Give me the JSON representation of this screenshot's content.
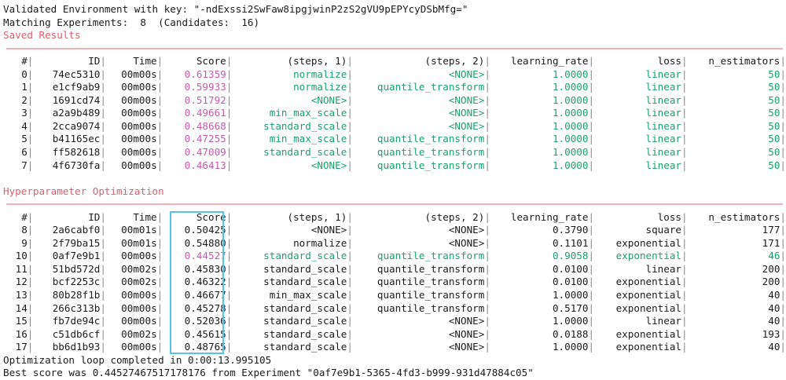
{
  "terminal": {
    "intro_lines": [
      "Validated Environment with key: \"-ndExssi2SwFaw8ipgjwinP2zS2gVU9pEPYcyDSbMfg=\"",
      "Matching Experiments:  8  (Candidates:  16)"
    ],
    "footer_lines": [
      "Optimization loop completed in 0:00:13.995105",
      "Best score was 0.44527467517178176 from Experiment \"0af7e9b1-5365-4fd3-b999-931d47884c05\""
    ]
  },
  "colors": {
    "heading_red": "#d9606a",
    "rule_pink": "#f2b2b8",
    "score_magenta": "#c45ba8",
    "value_green": "#19a06d",
    "selection_cyan": "#57c3ea",
    "text": "#1a1a1a",
    "pipe_gray": "#8c8c8c"
  },
  "columns": [
    "#",
    "ID",
    "Time",
    "Score",
    "(steps, 1)",
    "(steps, 2)",
    "learning_rate",
    "loss",
    "n_estimators"
  ],
  "sections": [
    {
      "title": "Saved Results",
      "rows": [
        {
          "num": "0",
          "id": "74ec5310",
          "time": "00m00s",
          "score": "0.61359",
          "steps1": "normalize",
          "steps2": "<NONE>",
          "learning_rate": "1.0000",
          "loss": "linear",
          "n_estimators": "50",
          "style": "saved"
        },
        {
          "num": "1",
          "id": "e1cf9ab9",
          "time": "00m00s",
          "score": "0.59933",
          "steps1": "normalize",
          "steps2": "quantile_transform",
          "learning_rate": "1.0000",
          "loss": "linear",
          "n_estimators": "50",
          "style": "saved"
        },
        {
          "num": "2",
          "id": "1691cd74",
          "time": "00m00s",
          "score": "0.51792",
          "steps1": "<NONE>",
          "steps2": "<NONE>",
          "learning_rate": "1.0000",
          "loss": "linear",
          "n_estimators": "50",
          "style": "saved"
        },
        {
          "num": "3",
          "id": "a2a9b489",
          "time": "00m00s",
          "score": "0.49661",
          "steps1": "min_max_scale",
          "steps2": "<NONE>",
          "learning_rate": "1.0000",
          "loss": "linear",
          "n_estimators": "50",
          "style": "saved"
        },
        {
          "num": "4",
          "id": "2cca9074",
          "time": "00m00s",
          "score": "0.48668",
          "steps1": "standard_scale",
          "steps2": "<NONE>",
          "learning_rate": "1.0000",
          "loss": "linear",
          "n_estimators": "50",
          "style": "saved"
        },
        {
          "num": "5",
          "id": "b41165ec",
          "time": "00m00s",
          "score": "0.47255",
          "steps1": "min_max_scale",
          "steps2": "quantile_transform",
          "learning_rate": "1.0000",
          "loss": "linear",
          "n_estimators": "50",
          "style": "saved"
        },
        {
          "num": "6",
          "id": "ff582618",
          "time": "00m00s",
          "score": "0.47009",
          "steps1": "standard_scale",
          "steps2": "quantile_transform",
          "learning_rate": "1.0000",
          "loss": "linear",
          "n_estimators": "50",
          "style": "saved"
        },
        {
          "num": "7",
          "id": "4f6730fa",
          "time": "00m00s",
          "score": "0.46413",
          "steps1": "<NONE>",
          "steps2": "quantile_transform",
          "learning_rate": "1.0000",
          "loss": "linear",
          "n_estimators": "50",
          "style": "saved"
        }
      ]
    },
    {
      "title": "Hyperparameter Optimization",
      "rows": [
        {
          "num": "8",
          "id": "2a6cabf0",
          "time": "00m01s",
          "score": "0.50425",
          "steps1": "<NONE>",
          "steps2": "<NONE>",
          "learning_rate": "0.3790",
          "loss": "square",
          "n_estimators": "177",
          "style": "plain"
        },
        {
          "num": "9",
          "id": "2f79ba15",
          "time": "00m01s",
          "score": "0.54880",
          "steps1": "normalize",
          "steps2": "<NONE>",
          "learning_rate": "0.1101",
          "loss": "exponential",
          "n_estimators": "171",
          "style": "plain"
        },
        {
          "num": "10",
          "id": "0af7e9b1",
          "time": "00m00s",
          "score": "0.44527",
          "steps1": "standard_scale",
          "steps2": "quantile_transform",
          "learning_rate": "0.9058",
          "loss": "exponential",
          "n_estimators": "46",
          "style": "best"
        },
        {
          "num": "11",
          "id": "51bd572d",
          "time": "00m02s",
          "score": "0.45830",
          "steps1": "standard_scale",
          "steps2": "quantile_transform",
          "learning_rate": "0.0100",
          "loss": "linear",
          "n_estimators": "200",
          "style": "plain"
        },
        {
          "num": "12",
          "id": "bcf2253c",
          "time": "00m02s",
          "score": "0.46322",
          "steps1": "standard_scale",
          "steps2": "quantile_transform",
          "learning_rate": "0.0100",
          "loss": "exponential",
          "n_estimators": "200",
          "style": "plain"
        },
        {
          "num": "13",
          "id": "80b28f1b",
          "time": "00m00s",
          "score": "0.46677",
          "steps1": "min_max_scale",
          "steps2": "quantile_transform",
          "learning_rate": "1.0000",
          "loss": "exponential",
          "n_estimators": "40",
          "style": "plain"
        },
        {
          "num": "14",
          "id": "266c313b",
          "time": "00m00s",
          "score": "0.45278",
          "steps1": "standard_scale",
          "steps2": "quantile_transform",
          "learning_rate": "0.5170",
          "loss": "exponential",
          "n_estimators": "40",
          "style": "plain"
        },
        {
          "num": "15",
          "id": "fb7de94c",
          "time": "00m00s",
          "score": "0.52036",
          "steps1": "standard_scale",
          "steps2": "<NONE>",
          "learning_rate": "1.0000",
          "loss": "linear",
          "n_estimators": "40",
          "style": "plain"
        },
        {
          "num": "16",
          "id": "c51db6cf",
          "time": "00m02s",
          "score": "0.45615",
          "steps1": "standard_scale",
          "steps2": "<NONE>",
          "learning_rate": "0.0188",
          "loss": "exponential",
          "n_estimators": "193",
          "style": "plain"
        },
        {
          "num": "17",
          "id": "bb6d1b93",
          "time": "00m00s",
          "score": "0.48765",
          "steps1": "standard_scale",
          "steps2": "<NONE>",
          "learning_rate": "1.0000",
          "loss": "exponential",
          "n_estimators": "40",
          "style": "plain"
        }
      ]
    }
  ]
}
